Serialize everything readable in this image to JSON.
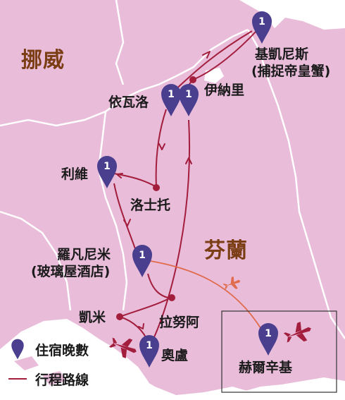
{
  "map": {
    "colors": {
      "land": "#e9bcda",
      "water": "#ffffff",
      "border": "#ffffff",
      "route": "#a31d3c",
      "flight": "#e06a4a",
      "pin": "#4a3f8f",
      "plane": "#a31d3c",
      "country_label": "#7a3d14",
      "inset_border": "#333333"
    },
    "countries": [
      {
        "id": "norway",
        "name": "挪威"
      },
      {
        "id": "finland",
        "name": "芬蘭"
      }
    ],
    "cities": [
      {
        "id": "kirkenes",
        "name": "基凱尼斯",
        "sub": "(捕捉帝皇蟹)",
        "nights": "1"
      },
      {
        "id": "inari",
        "name": "伊納里"
      },
      {
        "id": "ivalo",
        "name": "依瓦洛",
        "nights": "1 1"
      },
      {
        "id": "levi",
        "name": "利維",
        "nights": "1"
      },
      {
        "id": "saariselka",
        "name": "洛士托"
      },
      {
        "id": "rovaniemi",
        "name": "羅凡尼米",
        "sub": "(玻璃屋酒店)",
        "nights": "1"
      },
      {
        "id": "kemi",
        "name": "凱米"
      },
      {
        "id": "ranua",
        "name": "拉努阿"
      },
      {
        "id": "oulu",
        "name": "奧盧",
        "nights": "1"
      },
      {
        "id": "helsinki",
        "name": "赫爾辛基",
        "nights": "1"
      }
    ],
    "pins": [
      {
        "city": "kirkenes",
        "nights": "1"
      },
      {
        "city": "ivalo-a",
        "nights": "1"
      },
      {
        "city": "ivalo-b",
        "nights": "1"
      },
      {
        "city": "levi",
        "nights": "1"
      },
      {
        "city": "rovaniemi",
        "nights": "1"
      },
      {
        "city": "oulu",
        "nights": "1"
      },
      {
        "city": "helsinki",
        "nights": "1"
      }
    ]
  },
  "legend": {
    "stay_label": "住宿晚數",
    "route_label": "行程路線"
  }
}
